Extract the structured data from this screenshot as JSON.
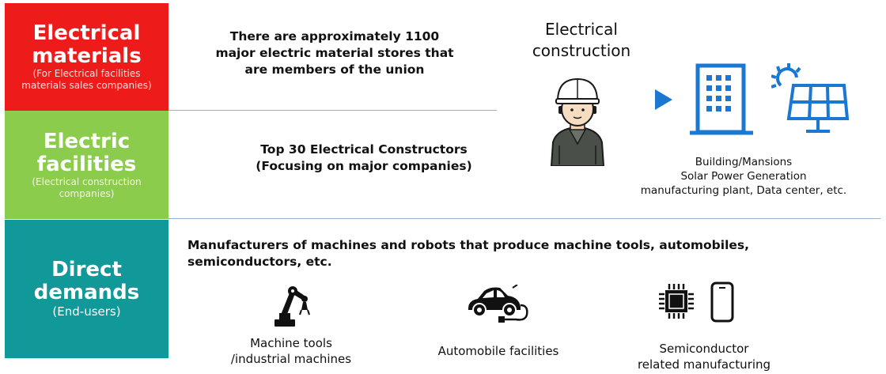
{
  "rows": [
    {
      "title": "Electrical materials",
      "subtitle": "(For Electrical facilities materials sales companies)",
      "color": "#ee1b1b",
      "description": "There are approximately 1100 major electric material stores that are members of the union"
    },
    {
      "title": "Electric facilities",
      "subtitle": "(Electrical construction companies)",
      "color": "#8ccc4c",
      "description": "Top 30 Electrical Constructors (Focusing on major companies)"
    },
    {
      "title": "Direct demands",
      "subtitle": "(End-users)",
      "color": "#119999",
      "description": "Manufacturers of machines and robots that produce machine tools, automobiles, semiconductors, etc."
    }
  ],
  "construction": {
    "label": "Electrical construction",
    "targets_line1": "Building/Mansions",
    "targets_line2": "Solar Power Generation",
    "targets_line3": "manufacturing plant, Data center, etc."
  },
  "end_users": [
    {
      "label_line1": "Machine tools",
      "label_line2": "/industrial machines",
      "icon": "robot-arm-icon"
    },
    {
      "label_line1": "Automobile facilities",
      "label_line2": "",
      "icon": "car-icon"
    },
    {
      "label_line1": "Semiconductor",
      "label_line2": "related manufacturing",
      "icon": "chip-icon"
    }
  ],
  "colors": {
    "icon_blue": "#1a77d2",
    "arrow_blue": "#1a77d2",
    "divider": "#9ab0c8"
  }
}
